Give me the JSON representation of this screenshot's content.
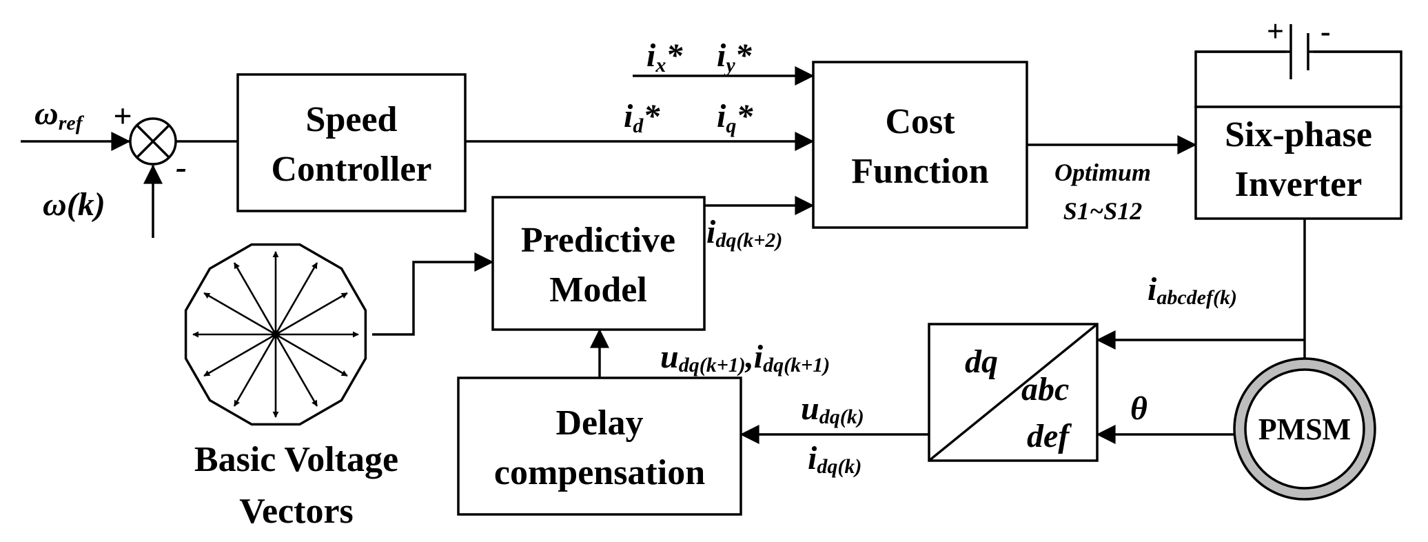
{
  "blocks": {
    "speed_controller": [
      "Speed",
      "Controller"
    ],
    "cost_function": [
      "Cost",
      "Function"
    ],
    "six_phase_inverter": [
      "Six-phase",
      "Inverter"
    ],
    "predictive_model": [
      "Predictive",
      "Model"
    ],
    "delay_compensation": [
      "Delay",
      "compensation"
    ],
    "transform_dq": "dq",
    "transform_abc": "abc",
    "transform_def": "def",
    "pmsm": "PMSM",
    "basic_voltage_vectors": [
      "Basic Voltage",
      "Vectors"
    ]
  },
  "signals": {
    "omega_ref": {
      "main": "ω",
      "sub": "ref"
    },
    "omega_k": "ω(k)",
    "sum_plus": "+",
    "sum_minus": "-",
    "ix_star": {
      "main": "i",
      "sub": "x",
      "suffix": "*"
    },
    "iy_star": {
      "main": "i",
      "sub": "y",
      "suffix": "*"
    },
    "id_star": {
      "main": "i",
      "sub": "d",
      "suffix": "*"
    },
    "iq_star": {
      "main": "i",
      "sub": "q",
      "suffix": "*"
    },
    "idq_k2": {
      "main": "i",
      "sub": "dq(k+2)"
    },
    "optimum": "Optimum",
    "s1_s12": "S1~S12",
    "iabcdef_k": {
      "main": "i",
      "sub": "abcdef(k)"
    },
    "udq_k1": {
      "main": "u",
      "sub": "dq(k+1)",
      "sep": ","
    },
    "idq_k1": {
      "main": "i",
      "sub": "dq(k+1)"
    },
    "udq_k": {
      "main": "u",
      "sub": "dq(k)"
    },
    "idq_k": {
      "main": "i",
      "sub": "dq(k)"
    },
    "theta": "θ",
    "battery_plus": "+",
    "battery_minus": "-"
  },
  "voltage_vector_count": 12
}
